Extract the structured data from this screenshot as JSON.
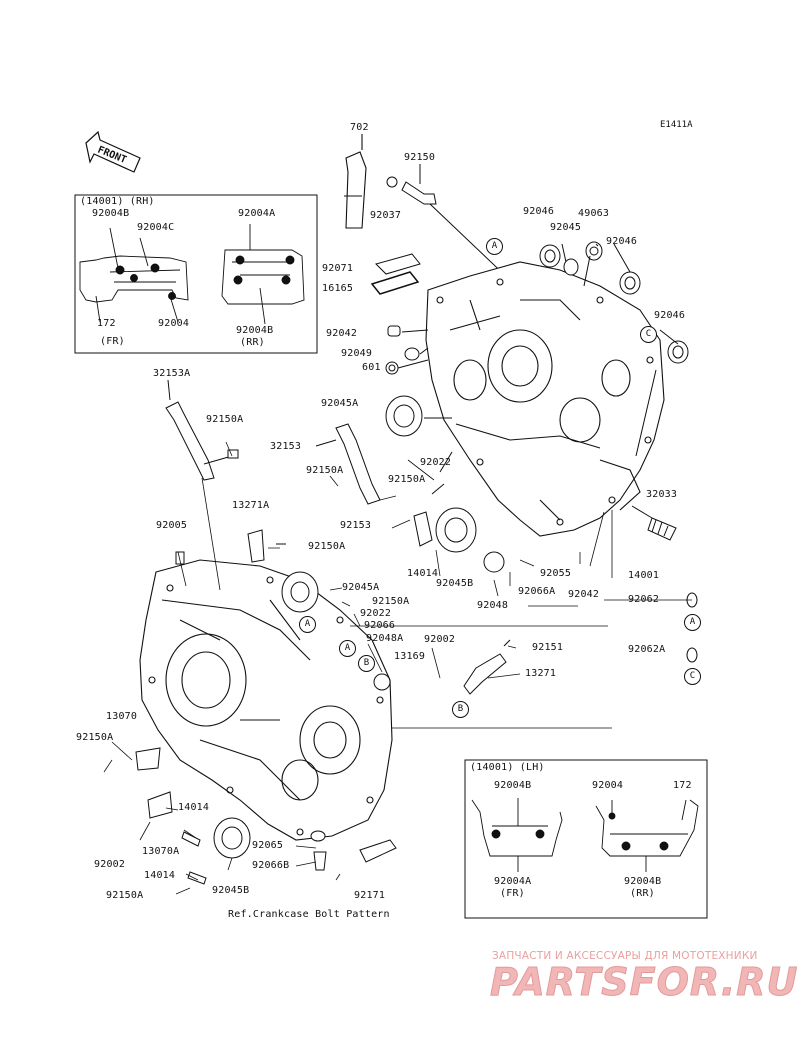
{
  "diagram_code": "E1411A",
  "front_label": "FRONT",
  "bolt_pattern_label": "Ref.Crankcase Bolt Pattern",
  "inset_rh": {
    "title": "(14001) (RH)",
    "labels": [
      "92004B",
      "92004C",
      "92004A",
      "172",
      "92004",
      "92004B"
    ],
    "captions": [
      "(FR)",
      "(RR)"
    ]
  },
  "inset_lh": {
    "title": "(14001) (LH)",
    "labels": [
      "92004B",
      "92004",
      "172",
      "92004A",
      "92004B"
    ],
    "captions": [
      "(FR)",
      "(RR)"
    ]
  },
  "callouts": [
    "A",
    "B",
    "C"
  ],
  "parts": [
    "702",
    "92150",
    "92037",
    "92046",
    "49063",
    "92045",
    "92046",
    "92071",
    "16165",
    "92042",
    "92049",
    "601",
    "92046",
    "32153A",
    "92150A",
    "92045A",
    "32153",
    "92022",
    "92150A",
    "92150A",
    "32033",
    "92005",
    "13271A",
    "92153",
    "14014",
    "92045B",
    "92055",
    "14001",
    "92150A",
    "92066A",
    "92048",
    "92042",
    "92062",
    "92045A",
    "92150A",
    "92022",
    "92066",
    "92048A",
    "92002",
    "92151",
    "92062A",
    "13169",
    "13271",
    "13070",
    "92150A",
    "14014",
    "13070A",
    "92002",
    "92065",
    "92066B",
    "14014",
    "92045B",
    "92150A",
    "92171"
  ],
  "watermark": {
    "tagline": "ЗАПЧАСТИ И АКСЕССУАРЫ ДЛЯ МОТОТЕХНИКИ",
    "brand": "PARTSFOR.RU",
    "color": "#e9a0a0"
  }
}
